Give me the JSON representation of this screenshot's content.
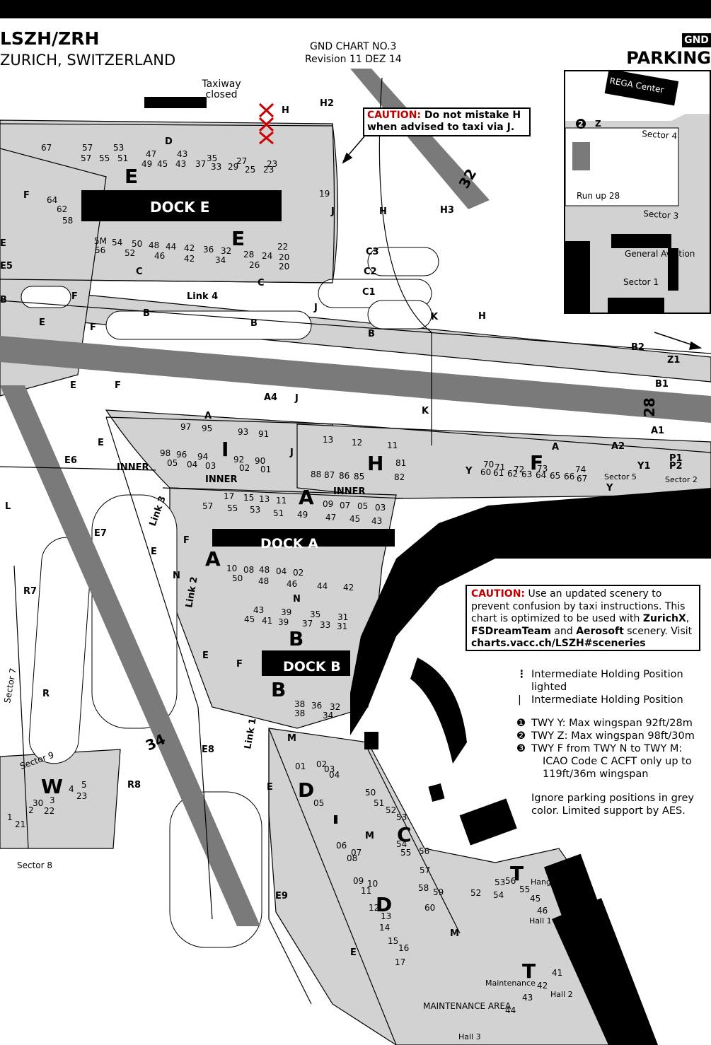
{
  "header": {
    "icao_iata": "LSZH/ZRH",
    "city": "ZURICH, SWITZERLAND",
    "chart_name": "GND CHART NO.3",
    "revision": "Revision 11 DEZ 14",
    "tag": "GND",
    "chart_type": "PARKING"
  },
  "notes": {
    "taxiway_closed": "Taxiway closed",
    "caution_label": "CAUTION:",
    "caution_h_text": "Do not mistake H when advised to taxi via J.",
    "caution_scenery_text_1": "Use an updated scenery to prevent confusion by taxi instructions. This chart is optimized to be used with",
    "scenery_1": "ZurichX",
    "scenery_2": "FSDreamTeam",
    "and_word": "and",
    "scenery_3": "Aerosoft",
    "scenery_suffix": "scenery.",
    "visit_word": "Visit",
    "scenery_url": "charts.vacc.ch/LSZH#sceneries"
  },
  "legend": {
    "ihp_lighted": "Intermediate Holding Position lighted",
    "ihp": "Intermediate Holding Position",
    "note1": "TWY Y: Max wingspan 92ft/28m",
    "note2": "TWY Z: Max wingspan 98ft/30m",
    "note3_a": "TWY F from TWY N to TWY M:",
    "note3_b": "ICAO Code C ACFT only up to 119ft/36m wingspan",
    "grey_note": "Ignore parking positions in grey color. Limited support by AES."
  },
  "runways": {
    "r32": "32",
    "r28": "28",
    "r34": "34"
  },
  "docks": {
    "dock_e": "DOCK E",
    "dock_a": "DOCK A",
    "dock_b": "DOCK B"
  },
  "inset": {
    "rega": "REGA Center",
    "sector4": "Sector 4",
    "sector3": "Sector 3",
    "runup": "Run up 28",
    "ga": "General Aviation",
    "sector1": "Sector 1",
    "z": "Z",
    "badge2": "2"
  },
  "areas": {
    "maintenance_area": "MAINTENANCE AREA",
    "hall1": "Hall 1",
    "hall2": "Hall 2",
    "hall3": "Hall 3",
    "hangar": "Hangar",
    "maintenance": "Maintenance",
    "sector5": "Sector 5",
    "sector2": "Sector 2",
    "sector7": "Sector 7",
    "sector8": "Sector 8",
    "sector9": "Sector 9"
  },
  "taxiway_labels": [
    {
      "t": "H"
    },
    {
      "t": "H2"
    },
    {
      "t": "D"
    },
    {
      "t": "F"
    },
    {
      "t": "J"
    },
    {
      "t": "H"
    },
    {
      "t": "H3"
    },
    {
      "t": "C3"
    },
    {
      "t": "C2"
    },
    {
      "t": "C1"
    },
    {
      "t": "C"
    },
    {
      "t": "C"
    },
    {
      "t": "Link 4"
    },
    {
      "t": "F"
    },
    {
      "t": "B"
    },
    {
      "t": "B"
    },
    {
      "t": "B"
    },
    {
      "t": "K"
    },
    {
      "t": "H"
    },
    {
      "t": "J"
    },
    {
      "t": "E"
    },
    {
      "t": "F"
    },
    {
      "t": "B2"
    },
    {
      "t": "Z1"
    },
    {
      "t": "B1"
    },
    {
      "t": "A4"
    },
    {
      "t": "J"
    },
    {
      "t": "K"
    },
    {
      "t": "E"
    },
    {
      "t": "F"
    },
    {
      "t": "A"
    },
    {
      "t": "J"
    },
    {
      "t": "A"
    },
    {
      "t": "A2"
    },
    {
      "t": "A1"
    },
    {
      "t": "E6"
    },
    {
      "t": "INNER"
    },
    {
      "t": "INNER"
    },
    {
      "t": "INNER"
    },
    {
      "t": "Y"
    },
    {
      "t": "Y1"
    },
    {
      "t": "P1"
    },
    {
      "t": "P2"
    },
    {
      "t": "L"
    },
    {
      "t": "E7"
    },
    {
      "t": "Link 3"
    },
    {
      "t": "E"
    },
    {
      "t": "F"
    },
    {
      "t": "N"
    },
    {
      "t": "Link 2"
    },
    {
      "t": "N"
    },
    {
      "t": "R7"
    },
    {
      "t": "E"
    },
    {
      "t": "F"
    },
    {
      "t": "R"
    },
    {
      "t": "Link 1"
    },
    {
      "t": "E8"
    },
    {
      "t": "M"
    },
    {
      "t": "R8"
    },
    {
      "t": "E"
    },
    {
      "t": "M"
    },
    {
      "t": "M"
    },
    {
      "t": "E9"
    },
    {
      "t": "E"
    },
    {
      "t": "E"
    },
    {
      "t": "E5"
    },
    {
      "t": "B"
    },
    {
      "t": "E"
    },
    {
      "t": "Y"
    }
  ],
  "apron_labels": [
    {
      "t": "E"
    },
    {
      "t": "E"
    },
    {
      "t": "I"
    },
    {
      "t": "H"
    },
    {
      "t": "F"
    },
    {
      "t": "A"
    },
    {
      "t": "A"
    },
    {
      "t": "B"
    },
    {
      "t": "B"
    },
    {
      "t": "W"
    },
    {
      "t": "D"
    },
    {
      "t": "C"
    },
    {
      "t": "D"
    },
    {
      "t": "T"
    },
    {
      "t": "T"
    }
  ],
  "stands": [
    "67",
    "57",
    "53",
    "57",
    "55",
    "51",
    "47",
    "43",
    "35",
    "27",
    "23",
    "49",
    "45",
    "43",
    "37",
    "33",
    "29",
    "25",
    "23",
    "19",
    "64",
    "62",
    "58",
    "5M",
    "54",
    "50",
    "48",
    "44",
    "42",
    "36",
    "32",
    "22",
    "56",
    "52",
    "46",
    "42",
    "34",
    "28",
    "24",
    "20",
    "26",
    "20",
    "97",
    "95",
    "93",
    "91",
    "98",
    "96",
    "94",
    "92",
    "90",
    "05",
    "04",
    "03",
    "02",
    "01",
    "13",
    "12",
    "11",
    "88",
    "87",
    "86",
    "85",
    "81",
    "82",
    "70",
    "71",
    "72",
    "73",
    "74",
    "60",
    "61",
    "62",
    "63",
    "64",
    "65",
    "66",
    "67",
    "17",
    "15",
    "13",
    "11",
    "57",
    "55",
    "53",
    "51",
    "49",
    "09",
    "07",
    "05",
    "03",
    "47",
    "45",
    "43",
    "10",
    "08",
    "48",
    "04",
    "02",
    "50",
    "48",
    "46",
    "44",
    "42",
    "43",
    "39",
    "35",
    "31",
    "45",
    "41",
    "39",
    "37",
    "33",
    "31",
    "38",
    "36",
    "32",
    "38",
    "34",
    "01",
    "02",
    "03",
    "04",
    "05",
    "06",
    "07",
    "08",
    "09",
    "10",
    "11",
    "12",
    "13",
    "14",
    "15",
    "16",
    "17",
    "50",
    "51",
    "52",
    "53",
    "54",
    "55",
    "56",
    "57",
    "58",
    "59",
    "60",
    "52",
    "53",
    "54",
    "55",
    "56",
    "45",
    "46",
    "41",
    "42",
    "43",
    "44",
    "1",
    "2",
    "3",
    "4",
    "5",
    "21",
    "22",
    "23",
    "30"
  ]
}
